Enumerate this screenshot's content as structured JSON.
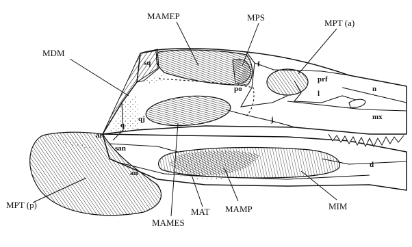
{
  "figure": {
    "muscle_labels": {
      "mamep": "MAMEP",
      "mps": "MPS",
      "mpt_a": "MPT (a)",
      "mdm": "MDM",
      "mpt_p": "MPT (p)",
      "mames": "MAMES",
      "mat": "MAT",
      "mamp": "MAMP",
      "mim": "MIM"
    },
    "bone_labels": {
      "sq": "sq",
      "f": "f",
      "prf": "prf",
      "n": "n",
      "po": "po",
      "l": "l",
      "mx": "mx",
      "j": "j",
      "qj": "qj",
      "q": "q",
      "ar": "ar",
      "san": "san",
      "an": "an",
      "d": "d"
    }
  }
}
